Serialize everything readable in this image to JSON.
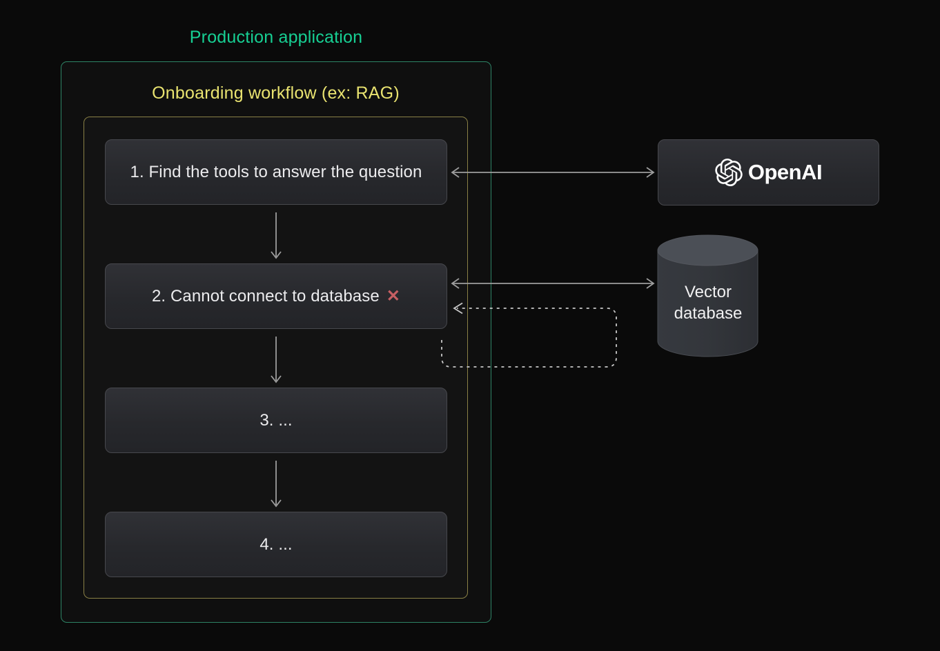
{
  "diagram": {
    "title": "Production application",
    "workflow": {
      "title": "Onboarding workflow (ex: RAG)",
      "steps": [
        {
          "id": "step-1",
          "label": "1. Find the tools to answer the question"
        },
        {
          "id": "step-2",
          "label": "2. Cannot connect to database",
          "error_icon": "✕"
        },
        {
          "id": "step-3",
          "label": "3. ..."
        },
        {
          "id": "step-4",
          "label": "4. ..."
        }
      ]
    },
    "services": {
      "openai": {
        "label": "OpenAI"
      },
      "vector_db": {
        "label_line1": "Vector",
        "label_line2": "database"
      }
    },
    "connections": [
      {
        "from": "step-1",
        "to": "openai",
        "style": "solid",
        "bidirectional": true
      },
      {
        "from": "step-2",
        "to": "vector_db",
        "style": "solid",
        "bidirectional": true
      },
      {
        "from": "step-2",
        "to": "step-2",
        "style": "dashed",
        "meaning": "retry loop back into step 2"
      }
    ],
    "colors": {
      "background": "#0a0a0a",
      "production_title": "#17cf93",
      "outer_border": "#2e8466",
      "workflow_title": "#e9e370",
      "inner_border": "#8a8146",
      "node_fill_top": "#303136",
      "node_fill_bottom": "#232428",
      "node_border": "#47484d",
      "node_text": "#ececee",
      "error_x": "#c75f63",
      "arrow": "#9e9e9e",
      "dashed_arrow": "#c9c9c9",
      "cylinder_top": "#4b4f56",
      "cylinder_body": "#32353a"
    }
  }
}
